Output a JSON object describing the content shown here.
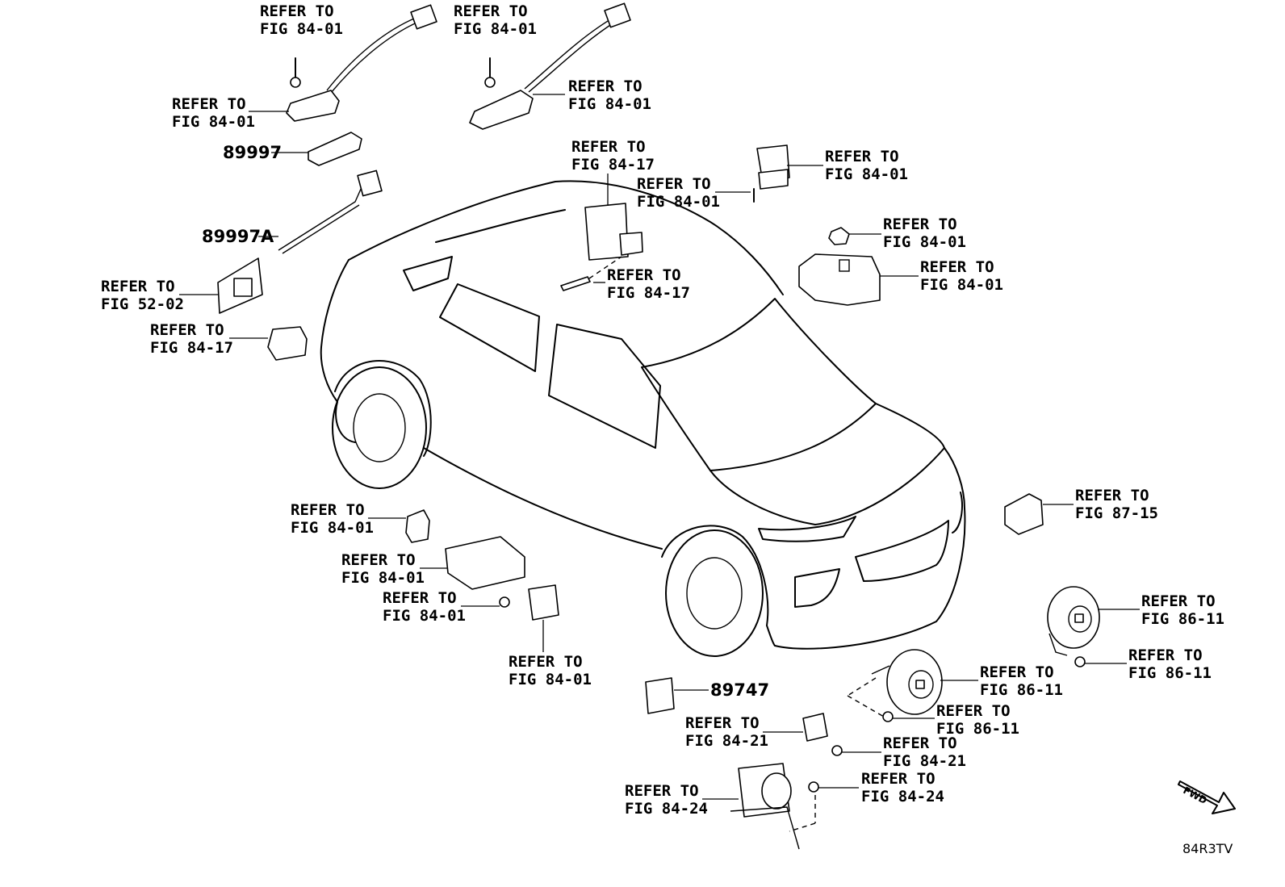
{
  "diagram": {
    "drawing_code": "84R3TV",
    "direction_arrow_label": "FWD",
    "callouts": [
      {
        "line1": "REFER TO",
        "line2": "FIG 84-01"
      },
      {
        "line1": "REFER TO",
        "line2": "FIG 84-01"
      },
      {
        "line1": "REFER TO",
        "line2": "FIG 84-01"
      },
      {
        "line1": "REFER TO",
        "line2": "FIG 84-01"
      },
      {
        "line1": "REFER TO",
        "line2": "FIG 84-17"
      },
      {
        "line1": "REFER TO",
        "line2": "FIG 84-01"
      },
      {
        "line1": "REFER TO",
        "line2": "FIG 84-01"
      },
      {
        "line1": "REFER TO",
        "line2": "FIG 84-01"
      },
      {
        "line1": "REFER TO",
        "line2": "FIG 84-01"
      },
      {
        "line1": "REFER TO",
        "line2": "FIG 84-17"
      },
      {
        "line1": "REFER TO",
        "line2": "FIG 52-02"
      },
      {
        "line1": "REFER TO",
        "line2": "FIG 84-17"
      },
      {
        "line1": "REFER TO",
        "line2": "FIG 84-01"
      },
      {
        "line1": "REFER TO",
        "line2": "FIG 84-01"
      },
      {
        "line1": "REFER TO",
        "line2": "FIG 84-01"
      },
      {
        "line1": "REFER TO",
        "line2": "FIG 84-01"
      },
      {
        "line1": "REFER TO",
        "line2": "FIG 87-15"
      },
      {
        "line1": "REFER TO",
        "line2": "FIG 86-11"
      },
      {
        "line1": "REFER TO",
        "line2": "FIG 86-11"
      },
      {
        "line1": "REFER TO",
        "line2": "FIG 86-11"
      },
      {
        "line1": "REFER TO",
        "line2": "FIG 86-11"
      },
      {
        "line1": "REFER TO",
        "line2": "FIG 84-21"
      },
      {
        "line1": "REFER TO",
        "line2": "FIG 84-21"
      },
      {
        "line1": "REFER TO",
        "line2": "FIG 84-24"
      },
      {
        "line1": "REFER TO",
        "line2": "FIG 84-24"
      }
    ],
    "part_numbers": [
      "89997",
      "89997A",
      "89747"
    ]
  }
}
